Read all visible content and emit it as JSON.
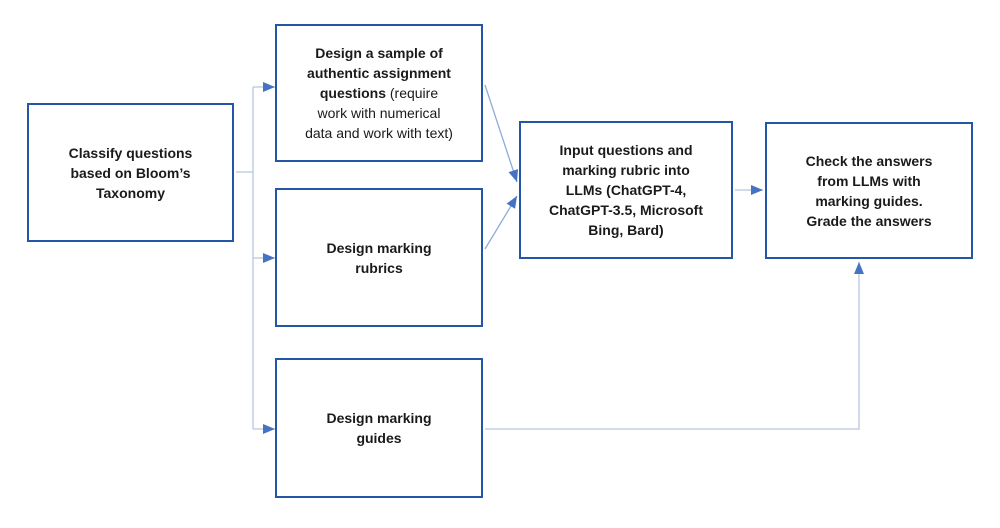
{
  "diagram": {
    "type": "flowchart",
    "background": "#FFFFFF",
    "colors": {
      "box_border": "#2456A8",
      "box_fill": "#FFFFFF",
      "arrow_fill": "#4472C4",
      "connector_light": "#B6C5E1",
      "connector_diagonal": "#8FAADC",
      "text": "#1A1A1A"
    },
    "nodes": {
      "classify": {
        "label": "Classify questions based on Bloom’s Taxonomy",
        "lines": [
          "Classify questions",
          "based on Bloom’s",
          "Taxonomy"
        ]
      },
      "sample": {
        "label": "Design a sample of authentic assignment questions (require work with numerical data and work with text)",
        "bold_lines": [
          "Design a sample of",
          "authentic assignment"
        ],
        "mixed_bold": "questions",
        "mixed_normal": "(require",
        "normal_lines": [
          "work with numerical",
          "data and work with text)"
        ]
      },
      "rubrics": {
        "label": "Design marking rubrics",
        "lines": [
          "Design marking",
          "rubrics"
        ]
      },
      "guides": {
        "label": "Design marking guides",
        "lines": [
          "Design marking",
          "guides"
        ]
      },
      "input": {
        "label": "Input questions and marking rubric into LLMs (ChatGPT-4, ChatGPT-3.5, Microsoft Bing, Bard)",
        "lines": [
          "Input questions and",
          "marking rubric into",
          "LLMs (ChatGPT-4,",
          "ChatGPT-3.5, Microsoft",
          "Bing, Bard)"
        ]
      },
      "check": {
        "label": "Check the answers from LLMs with marking guides. Grade the answers",
        "lines": [
          "Check the answers",
          "from LLMs with",
          "marking guides.",
          "Grade the answers"
        ]
      }
    }
  }
}
